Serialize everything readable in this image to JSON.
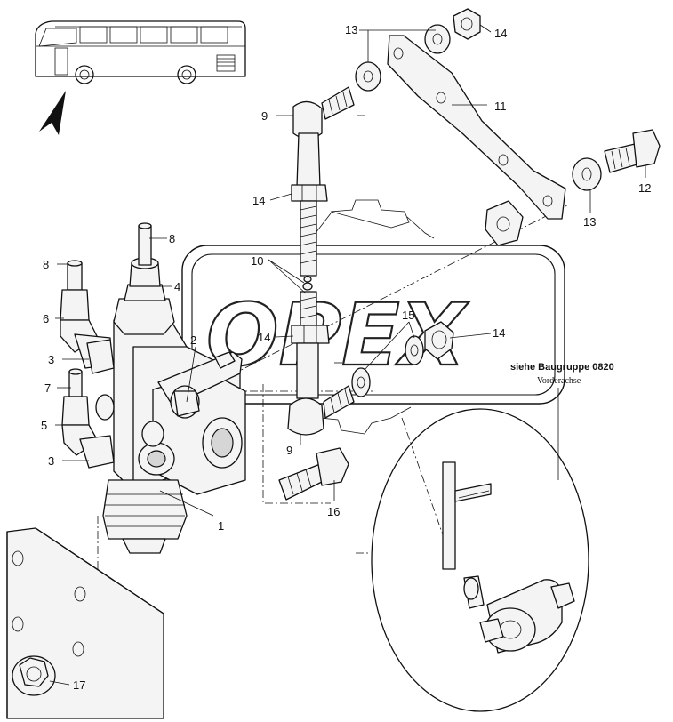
{
  "watermark": {
    "text": "OPEX"
  },
  "note": {
    "assembly_ref": "siehe Baugruppe 0820",
    "assembly_name": "Vorderachse"
  },
  "callouts": [
    {
      "id": "c1",
      "label": "1"
    },
    {
      "id": "c2",
      "label": "2"
    },
    {
      "id": "c3a",
      "label": "3"
    },
    {
      "id": "c3b",
      "label": "3"
    },
    {
      "id": "c4",
      "label": "4"
    },
    {
      "id": "c5",
      "label": "5"
    },
    {
      "id": "c6",
      "label": "6"
    },
    {
      "id": "c7",
      "label": "7"
    },
    {
      "id": "c8a",
      "label": "8"
    },
    {
      "id": "c8b",
      "label": "8"
    },
    {
      "id": "c9a",
      "label": "9"
    },
    {
      "id": "c9b",
      "label": "9"
    },
    {
      "id": "c10",
      "label": "10"
    },
    {
      "id": "c11",
      "label": "11"
    },
    {
      "id": "c12",
      "label": "12"
    },
    {
      "id": "c13a",
      "label": "13"
    },
    {
      "id": "c13b",
      "label": "13"
    },
    {
      "id": "c14a",
      "label": "14"
    },
    {
      "id": "c14b",
      "label": "14"
    },
    {
      "id": "c14c",
      "label": "14"
    },
    {
      "id": "c14d",
      "label": "14"
    },
    {
      "id": "c15",
      "label": "15"
    },
    {
      "id": "c16",
      "label": "16"
    },
    {
      "id": "c17",
      "label": "17"
    }
  ]
}
